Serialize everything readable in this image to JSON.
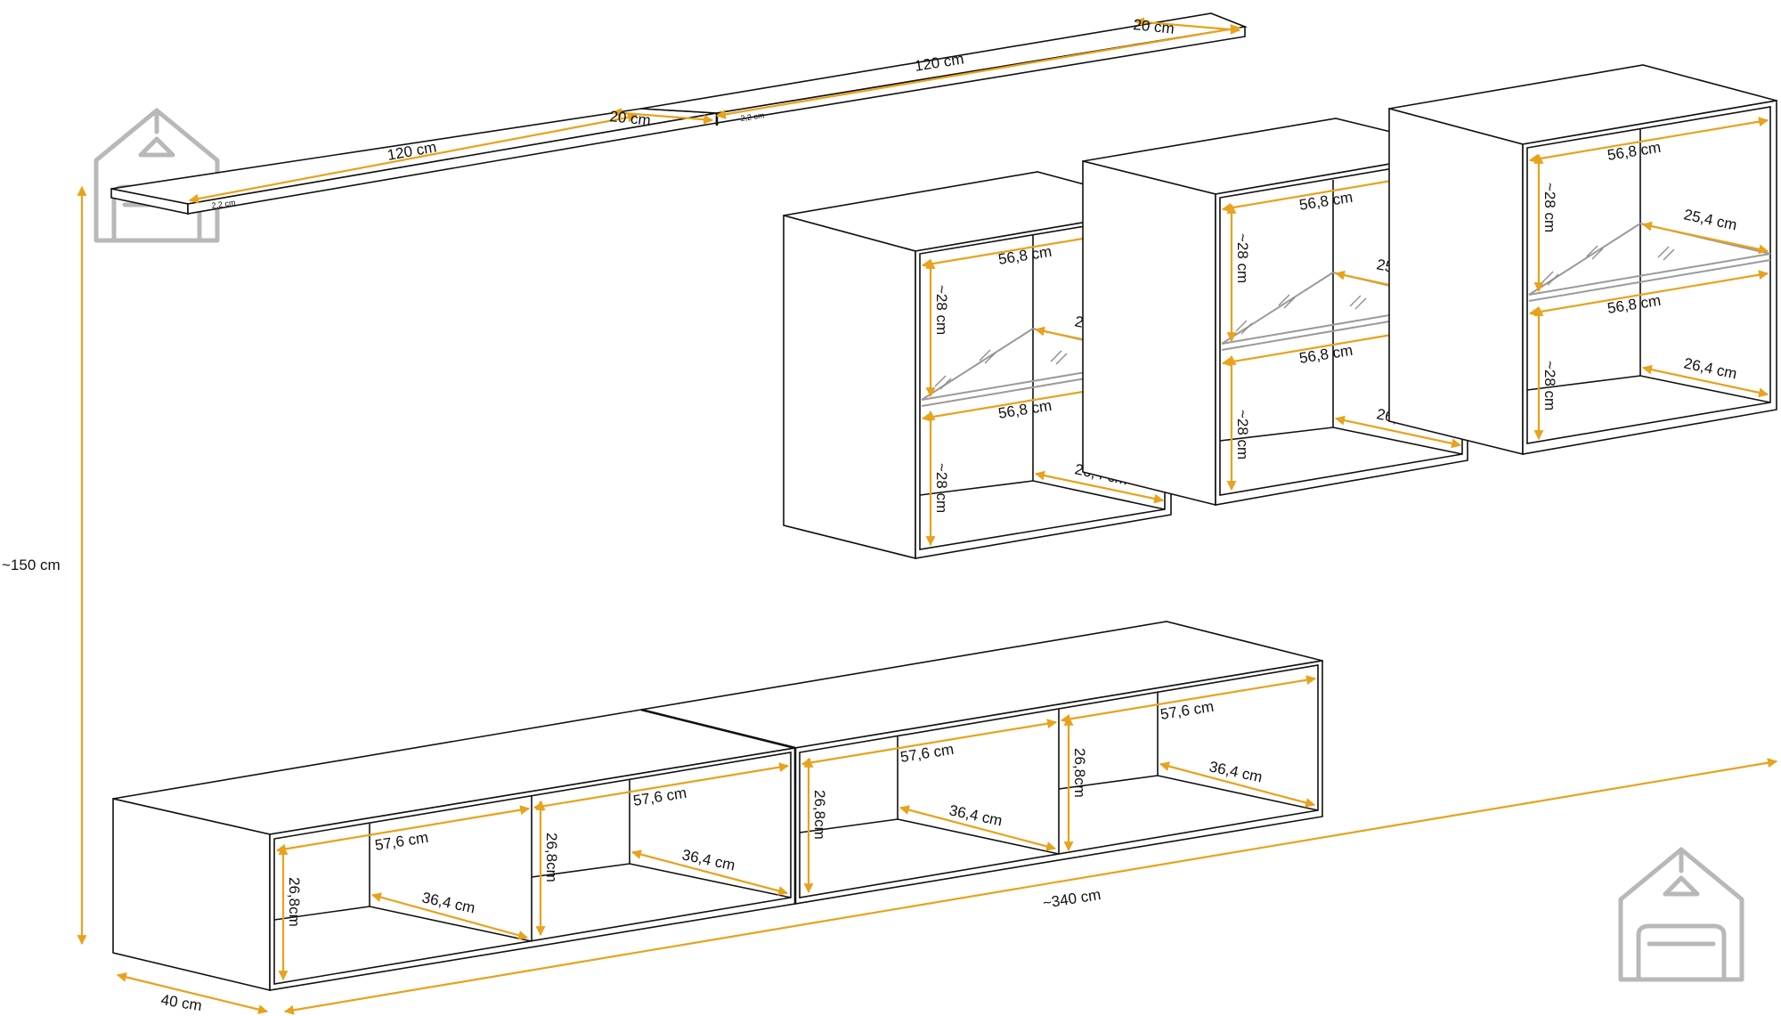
{
  "labels": {
    "shelf_length_left": "120 cm",
    "shelf_length_right": "120 cm",
    "shelf_depth_left": "20 cm",
    "shelf_depth_right": "20 cm",
    "shelf_thickness_left": "2,2 cm",
    "shelf_thickness_right": "2,2 cm",
    "total_height": "~150 cm",
    "total_width": "~340 cm",
    "depth_base": "40 cm",
    "wall_cabinet_width": "56,8 cm",
    "wall_cabinet_half_height": "~28 cm",
    "wall_cabinet_glass_depth": "25,4 cm",
    "wall_cabinet_bottom_depth": "26,4 cm",
    "base_compartment_width": "57,6 cm",
    "base_compartment_height": "26,8cm",
    "base_compartment_depth": "36,4 cm"
  },
  "colors": {
    "dimension_line": "#e8a21c",
    "outline": "#111111",
    "glass": "#9a9a9a",
    "logo": "#b8b8b8"
  },
  "icons": [
    "house-sofa-logo"
  ]
}
